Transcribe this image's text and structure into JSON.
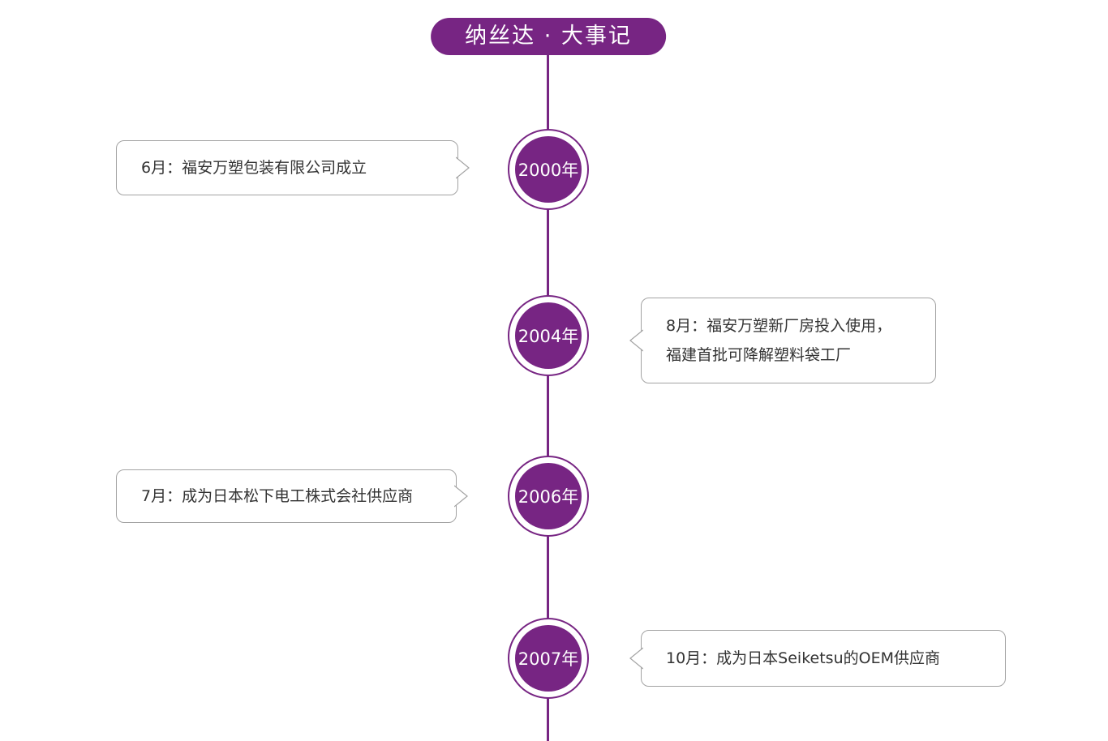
{
  "title": "纳丝达 · 大事记",
  "theme": {
    "purple": "#772583",
    "bubble_border": "#a3a3a3",
    "text_color": "#333333",
    "background": "#ffffff"
  },
  "events": [
    {
      "year": "2000年",
      "side": "left",
      "text": "6月：福安万塑包装有限公司成立"
    },
    {
      "year": "2004年",
      "side": "right",
      "text": "8月：福安万塑新厂房投入使用，\n福建首批可降解塑料袋工厂"
    },
    {
      "year": "2006年",
      "side": "left",
      "text": "7月：成为日本松下电工株式会社供应商"
    },
    {
      "year": "2007年",
      "side": "right",
      "text": "10月：成为日本Seiketsu的OEM供应商"
    }
  ]
}
